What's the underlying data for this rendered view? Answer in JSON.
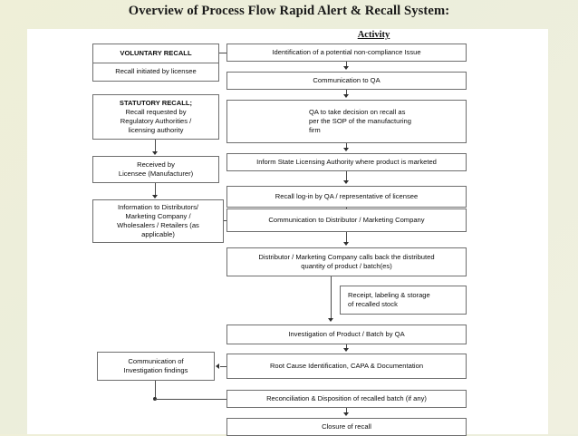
{
  "slide": {
    "title": "Overview of Process Flow Rapid Alert & Recall System:",
    "column_header": "Activity"
  },
  "left_column": {
    "voluntary_recall": {
      "heading": "VOLUNTARY RECALL",
      "body": "Recall initiated by licensee"
    },
    "statutory_recall": {
      "text": "STATUTORY RECALL; Recall requested by Regulatory Authorities / licensing authority",
      "line1": "STATUTORY RECALL;",
      "line2": "Recall requested by",
      "line3": "Regulatory Authorities /",
      "line4": "licensing authority"
    },
    "received_by": {
      "line1": "Received by",
      "line2": "Licensee (Manufacturer)"
    },
    "information_to_distributors": {
      "line1": "Information to Distributors/",
      "line2": "Marketing Company /",
      "line3": "Wholesalers / Retailers (as",
      "line4": "applicable)"
    },
    "communication_findings": {
      "line1": "Communication of",
      "line2": "Investigation findings"
    }
  },
  "right_column": {
    "identification": "Identification of a potential non-compliance Issue",
    "communication_qa": "Communication to QA",
    "qa_decision": {
      "line1": "QA to take decision on recall as",
      "line2": "per the SOP of the manufacturing",
      "line3": "firm"
    },
    "inform_state": "Inform State Licensing Authority where product is marketed",
    "recall_login": "Recall log-in by QA / representative of licensee",
    "communication_distributor": "Communication to Distributor / Marketing Company",
    "calls_back": {
      "line1": "Distributor / Marketing Company calls back the distributed",
      "line2": "quantity of product / batch(es)"
    },
    "receipt_storage": {
      "line1": "Receipt, labeling & storage",
      "line2": "of recalled stock"
    },
    "investigation": "Investigation of Product / Batch by QA",
    "root_cause": "Root Cause Identification, CAPA & Documentation",
    "reconciliation": "Reconciliation & Disposition of recalled batch (if any)",
    "closure": "Closure of recall"
  },
  "colors": {
    "slide_background": "#eeeedb",
    "panel_background": "#ffffff",
    "box_border": "#6e6e6e",
    "connector": "#4a4a4a",
    "text": "#0d0d0d"
  }
}
